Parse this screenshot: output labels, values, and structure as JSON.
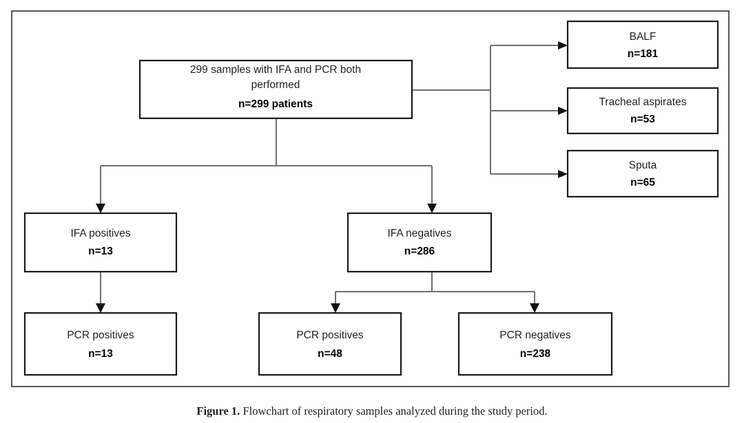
{
  "figure": {
    "caption_prefix": "Figure 1.",
    "caption_text": " Flowchart of respiratory samples analyzed during the study period."
  },
  "colors": {
    "frame_border": "#58585a",
    "node_border": "#1a1a1a",
    "connector": "#6f6f6f",
    "arrow": "#111111",
    "text": "#231f20",
    "background": "#ffffff"
  },
  "chart_data": {
    "type": "diagram",
    "title": "Flowchart of respiratory samples analyzed during the study period",
    "nodes": [
      {
        "id": "root",
        "label_line1": "299 samples with IFA and PCR both",
        "label_line2": "performed",
        "count": "n=299 patients",
        "value": 299
      },
      {
        "id": "balf",
        "label_line1": "BALF",
        "count": "n=181",
        "value": 181
      },
      {
        "id": "tracheal",
        "label_line1": "Tracheal aspirates",
        "count": "n=53",
        "value": 53
      },
      {
        "id": "sputa",
        "label_line1": "Sputa",
        "count": "n=65",
        "value": 65
      },
      {
        "id": "ifa-pos",
        "label_line1": "IFA positives",
        "count": "n=13",
        "value": 13
      },
      {
        "id": "ifa-neg",
        "label_line1": "IFA negatives",
        "count": "n=286",
        "value": 286
      },
      {
        "id": "pcr-pos-from-ifa-pos",
        "label_line1": "PCR positives",
        "count": "n=13",
        "value": 13
      },
      {
        "id": "pcr-pos-from-ifa-neg",
        "label_line1": "PCR positives",
        "count": "n=48",
        "value": 48
      },
      {
        "id": "pcr-neg-from-ifa-neg",
        "label_line1": "PCR negatives",
        "count": "n=238",
        "value": 238
      }
    ],
    "edges": [
      {
        "from": "root",
        "to": "balf"
      },
      {
        "from": "root",
        "to": "tracheal"
      },
      {
        "from": "root",
        "to": "sputa"
      },
      {
        "from": "root",
        "to": "ifa-pos"
      },
      {
        "from": "root",
        "to": "ifa-neg"
      },
      {
        "from": "ifa-pos",
        "to": "pcr-pos-from-ifa-pos"
      },
      {
        "from": "ifa-neg",
        "to": "pcr-pos-from-ifa-neg"
      },
      {
        "from": "ifa-neg",
        "to": "pcr-neg-from-ifa-neg"
      }
    ]
  },
  "nodes": {
    "root": {
      "line1": "299 samples with IFA and PCR both",
      "line2": "performed",
      "count": "n=299 patients"
    },
    "balf": {
      "line1": "BALF",
      "count": "n=181"
    },
    "tracheal": {
      "line1": "Tracheal aspirates",
      "count": "n=53"
    },
    "sputa": {
      "line1": "Sputa",
      "count": "n=65"
    },
    "ifa_positives": {
      "line1": "IFA positives",
      "count": "n=13"
    },
    "ifa_negatives": {
      "line1": "IFA negatives",
      "count": "n=286"
    },
    "pcr_positives_left": {
      "line1": "PCR positives",
      "count": "n=13"
    },
    "pcr_positives_mid": {
      "line1": "PCR positives",
      "count": "n=48"
    },
    "pcr_negatives_right": {
      "line1": "PCR negatives",
      "count": "n=238"
    }
  }
}
